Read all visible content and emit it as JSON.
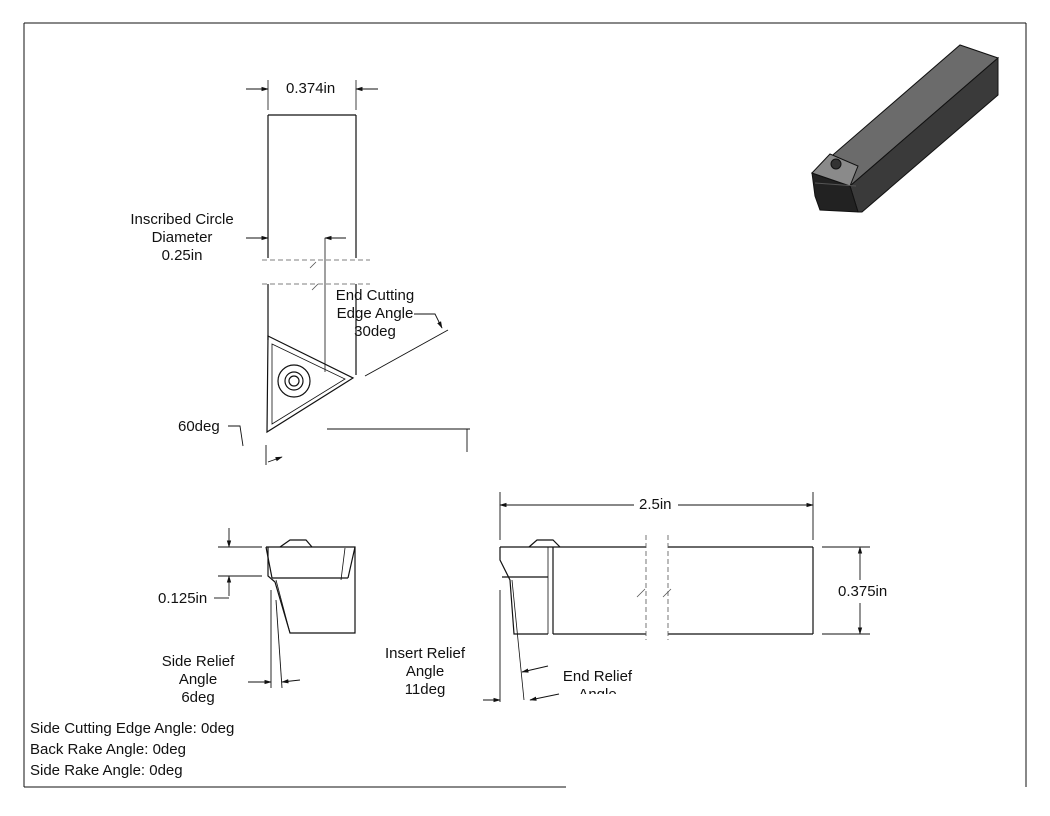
{
  "dimensions": {
    "top_width": "0.374in",
    "inscribed_circle": [
      "Inscribed Circle",
      "Diameter",
      "0.25in"
    ],
    "end_cutting_edge_angle": [
      "End Cutting",
      "Edge Angle",
      "30deg"
    ],
    "tip_angle": "60deg",
    "overall_length": "2.5in",
    "height": "0.375in",
    "insert_thickness": "0.125in",
    "side_relief_angle": [
      "Side Relief",
      "Angle",
      "6deg"
    ],
    "insert_relief_angle": [
      "Insert Relief",
      "Angle",
      "11deg"
    ],
    "end_relief_angle": [
      "End Relief",
      "Angle"
    ]
  },
  "notes": [
    "Side Cutting Edge Angle: 0deg",
    "Back Rake Angle: 0deg",
    "Side Rake Angle: 0deg"
  ],
  "colors": {
    "line": "#111111",
    "dash": "#555555",
    "iso_top": "#6b6b6b",
    "iso_side": "#3a3a3a",
    "iso_front": "#222222"
  }
}
